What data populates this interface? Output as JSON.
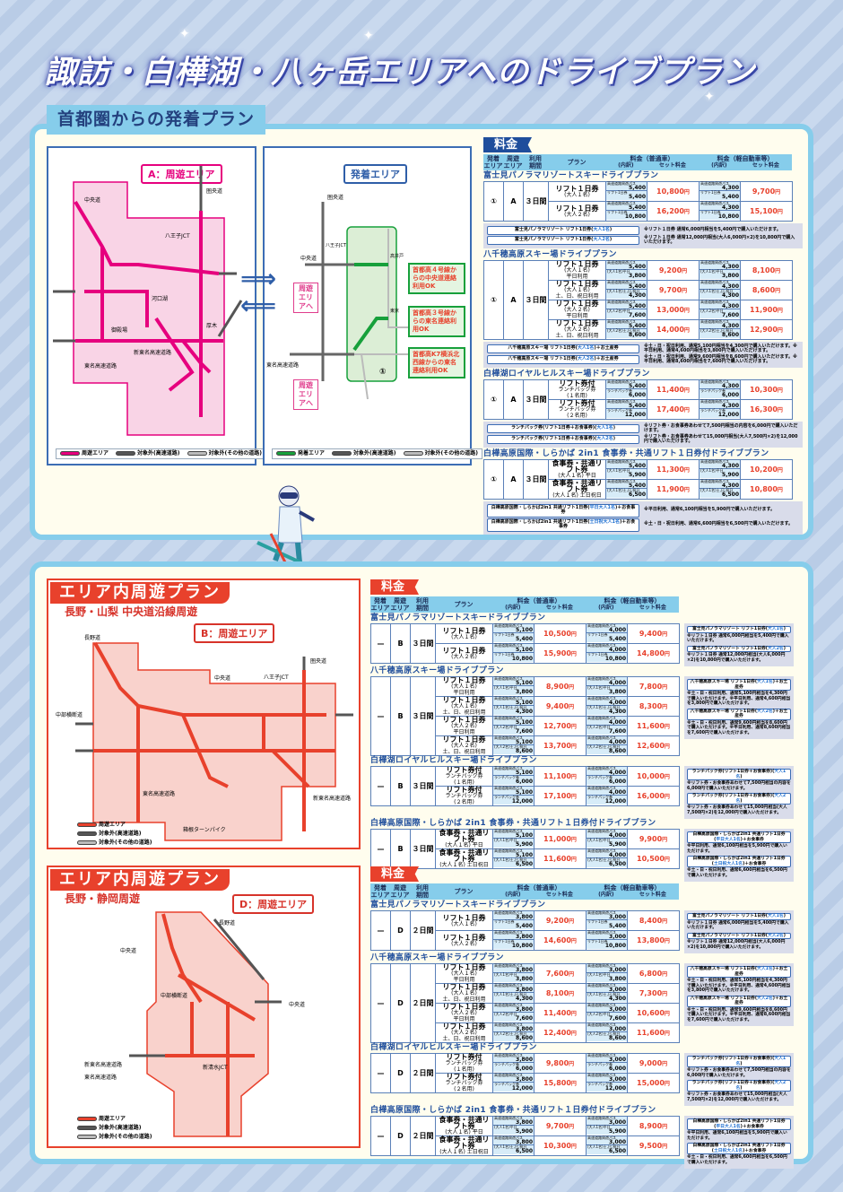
{
  "title": "諏訪・白樺湖・八ヶ岳エリアへのドライブプラン",
  "section1": {
    "tab": "首都圏からの発着プラン"
  },
  "fee_label": "料金",
  "yen": "円",
  "toll_label": "高速道路周遊パス",
  "header": {
    "depart": [
      "発着",
      "エリア"
    ],
    "area": [
      "周遊",
      "エリア"
    ],
    "days": [
      "利用",
      "期間"
    ],
    "plan": "プラン",
    "regular": "料金（普通車）",
    "kei": "料金（軽自動車等）",
    "breakdown": "(内訳)",
    "set": "セット料金"
  },
  "colors": {
    "accent_blue": "#1f4e9c",
    "price_red": "#e8412c",
    "area_pink": "#e6007e",
    "depart_green": "#17a03b",
    "sky": "#86cdeb"
  },
  "plans": [
    {
      "title": "富士見パノラマリゾートスキードライブプラン",
      "rows": [
        {
          "plan": [
            "リフト１日券",
            "(大人１名)"
          ],
          "sub_label": "リフト1日券",
          "sub": "5,400"
        },
        {
          "plan": [
            "リフト１日券",
            "(大人２名)"
          ],
          "sub_label": "リフト1日券",
          "sub": "10,800"
        }
      ],
      "notes": [
        {
          "label": "富士見パノラマリゾート リフト1日券(",
          "hl": "大人1名",
          "tail": ")",
          "text": "※リフト１日券 通常6,000円相当を5,400円で購入いただけます。"
        },
        {
          "label": "富士見パノラマリゾート リフト1日券(",
          "hl": "大人2名",
          "tail": ")",
          "text": "※リフト１日券 通常12,000円相当(大人6,000円×2)を10,800円で購入いただけます。"
        }
      ]
    },
    {
      "title": "八千穂高原スキー場ドライブプラン",
      "rows": [
        {
          "plan": [
            "リフト１日券",
            "(大人１名)",
            "平日利用"
          ],
          "sub_label": "(大人1名)平日",
          "sub": "3,800"
        },
        {
          "plan": [
            "リフト１日券",
            "(大人１名)",
            "土、日、祝日利用"
          ],
          "sub_label": "(大人1名)土,日,祝日",
          "sub": "4,300"
        },
        {
          "plan": [
            "リフト１日券",
            "(大人２名)",
            "平日利用"
          ],
          "sub_label": "(大人2名)平日",
          "sub": "7,600"
        },
        {
          "plan": [
            "リフト１日券",
            "(大人２名)",
            "土、日、祝日利用"
          ],
          "sub_label": "(大人2名)土,日,祝日",
          "sub": "8,600"
        }
      ],
      "notes": [
        {
          "label": "八千穂高原スキー場 リフト1日券(",
          "hl": "大人1名",
          "tail": ")＋お土産券",
          "text": "※土・日・祝日利用、通常5,100円相当を4,300円で購入いただけます。※平日利用、通常4,600円相当を3,800円で購入いただけます。"
        },
        {
          "label": "八千穂高原スキー場 リフト1日券(",
          "hl": "大人2名",
          "tail": ")＋お土産券",
          "text": "※土・日・祝日利用、通常9,600円相当を8,600円で購入いただけます。※平日利用、通常8,600円相当を7,600円で購入いただけます。"
        }
      ]
    },
    {
      "title": "白樺湖ロイヤルヒルスキー場ドライブプラン",
      "rows": [
        {
          "plan": [
            "リフト券付",
            "ランチパック券",
            "(１名用)"
          ],
          "sub_label": "ランチパック券",
          "sub": "6,000"
        },
        {
          "plan": [
            "リフト券付",
            "ランチパック券",
            "(２名用)"
          ],
          "sub_label": "ランチパック券",
          "sub": "12,000"
        }
      ],
      "notes": [
        {
          "label": "ランチパック券(リフト1日券＋お食事券)(",
          "hl": "大人1名",
          "tail": ")",
          "text": "※リフト券・お食事券あわせて7,500円相当の内容を6,000円で購入いただけます。"
        },
        {
          "label": "ランチパック券(リフト1日券＋お食事券)(",
          "hl": "大人2名",
          "tail": ")",
          "text": "※リフト券・お食事券あわせて15,000円相当(大人7,500円×2)を12,000円で購入いただけます。"
        }
      ]
    },
    {
      "title": "白樺高原国際・しらかば 2in1 食事券・共通リフト１日券付ドライブプラン",
      "rows": [
        {
          "plan": [
            "食事券・共通リフト券",
            "(大人１名) 平日"
          ],
          "sub_label": "(大人1名)平日",
          "sub": "5,900"
        },
        {
          "plan": [
            "食事券・共通リフト券",
            "(大人１名) 土日祝日"
          ],
          "sub_label": "(大人1名)土,日,祝日",
          "sub": "6,500"
        }
      ],
      "notes": [
        {
          "label": "白樺高原国際・しらかば2in1 共通リフト1日券(",
          "hl": "平日大人1名",
          "tail": ")＋お食事券",
          "text": "※平日利用、通常6,100円相当を5,900円で購入いただけます。"
        },
        {
          "label": "白樺高原国際・しらかば2in1 共通リフト1日券(",
          "hl": "土日祝大人1名",
          "tail": ")＋お食事券",
          "text": "※土・日・祝日利用、通常6,600円相当を6,500円で購入いただけます。"
        }
      ]
    }
  ],
  "tables": {
    "A": {
      "depart": "①",
      "area": "A",
      "days": "３日間",
      "toll_reg": "5,400",
      "toll_kei": "4,300",
      "prices": [
        [
          [
            "10,800",
            "9,700"
          ],
          [
            "16,200",
            "15,100"
          ]
        ],
        [
          [
            "9,200",
            "8,100"
          ],
          [
            "9,700",
            "8,600"
          ],
          [
            "13,000",
            "11,900"
          ],
          [
            "14,000",
            "12,900"
          ]
        ],
        [
          [
            "11,400",
            "10,300"
          ],
          [
            "17,400",
            "16,300"
          ]
        ],
        [
          [
            "11,300",
            "10,200"
          ],
          [
            "11,900",
            "10,800"
          ]
        ]
      ]
    },
    "B": {
      "depart": "—",
      "area": "B",
      "days": "３日間",
      "toll_reg": "5,100",
      "toll_kei": "4,000",
      "prices": [
        [
          [
            "10,500",
            "9,400"
          ],
          [
            "15,900",
            "14,800"
          ]
        ],
        [
          [
            "8,900",
            "7,800"
          ],
          [
            "9,400",
            "8,300"
          ],
          [
            "12,700",
            "11,600"
          ],
          [
            "13,700",
            "12,600"
          ]
        ],
        [
          [
            "11,100",
            "10,000"
          ],
          [
            "17,100",
            "16,000"
          ]
        ],
        [
          [
            "11,000",
            "9,900"
          ],
          [
            "11,600",
            "10,500"
          ]
        ]
      ]
    },
    "D": {
      "depart": "—",
      "area": "D",
      "days": "２日間",
      "toll_reg": "3,800",
      "toll_kei": "3,000",
      "prices": [
        [
          [
            "9,200",
            "8,400"
          ],
          [
            "14,600",
            "13,800"
          ]
        ],
        [
          [
            "7,600",
            "6,800"
          ],
          [
            "8,100",
            "7,300"
          ],
          [
            "11,400",
            "10,600"
          ],
          [
            "12,400",
            "11,600"
          ]
        ],
        [
          [
            "9,800",
            "9,000"
          ],
          [
            "15,800",
            "15,000"
          ]
        ],
        [
          [
            "9,700",
            "8,900"
          ],
          [
            "10,300",
            "9,500"
          ]
        ]
      ]
    }
  },
  "mapA": {
    "title": "A：周遊エリア",
    "roads": [
      "中央道",
      "圏央道",
      "東名高速道路",
      "新東名高速道路",
      "八王子JCT",
      "厚木",
      "御殿場",
      "河口湖"
    ],
    "legend": [
      "周遊エリア",
      "対象外(高速道路)",
      "対象外(その他の道路)"
    ]
  },
  "mapDepart": {
    "title": "発着エリア",
    "roads": [
      "圏央道",
      "中央道",
      "東名高速道路",
      "高井戸",
      "東京",
      "八王子JCT"
    ],
    "callouts": [
      "首都高４号線からの中央道連絡利用OK",
      "首都高３号線からの東名連絡利用OK",
      "首都高K7横浜北西線からの東名連絡利用OK"
    ],
    "to_area": "周遊エリアへ",
    "badge": "①",
    "legend": [
      "発着エリア",
      "対象外(高速道路)",
      "対象外(その他の道路)"
    ]
  },
  "areaB": {
    "tab": "エリア内周遊プラン",
    "subtitle": "長野・山梨 中央道沿線周遊",
    "map_title": "B：周遊エリア",
    "roads": [
      "長野道",
      "中央道",
      "圏央道",
      "八王子JCT",
      "中部横断道",
      "東名高速道路",
      "新東名高速道路",
      "箱根ターンパイク"
    ],
    "legend": [
      "周遊エリア",
      "対象外(高速道路)",
      "対象外(その他の道路)"
    ]
  },
  "areaD": {
    "tab": "エリア内周遊プラン",
    "subtitle": "長野・静岡周遊",
    "map_title": "D：周遊エリア",
    "roads": [
      "長野道",
      "中央道",
      "中部横断道",
      "新東名高速道路",
      "東名高速道路",
      "新清水JCT",
      "中央道"
    ],
    "legend": [
      "周遊エリア",
      "対象外(高速道路)",
      "対象外(その他の道路)"
    ]
  }
}
